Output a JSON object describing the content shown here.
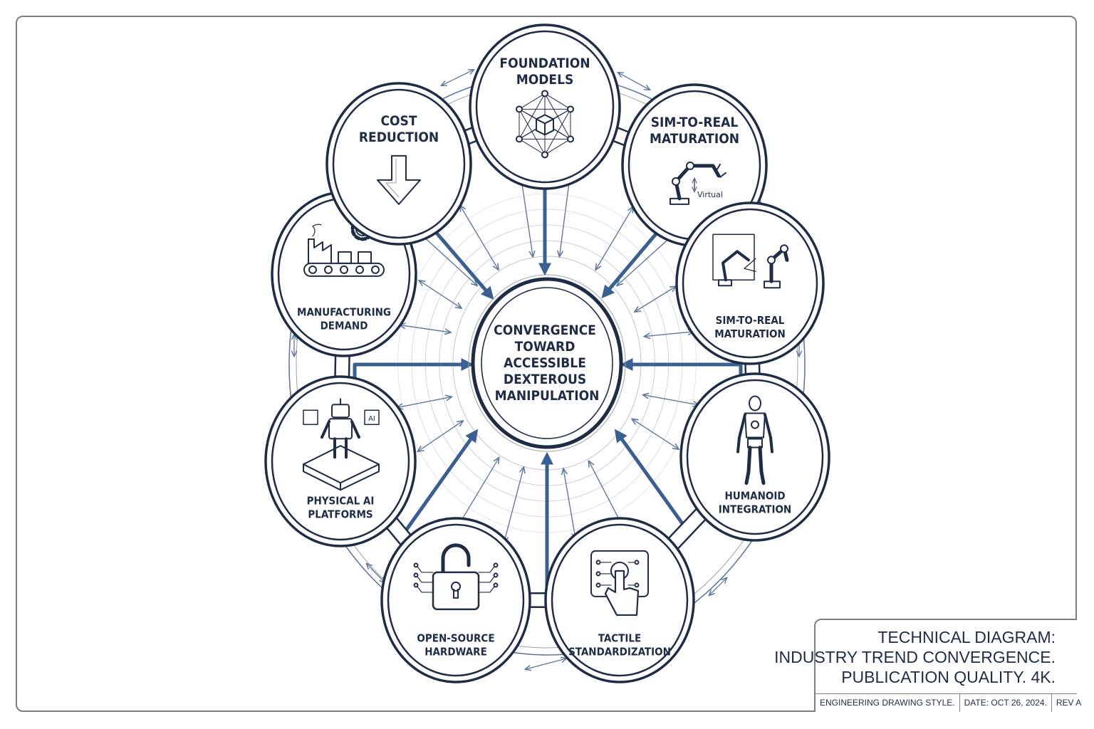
{
  "center": {
    "lines": [
      "CONVERGENCE",
      "TOWARD",
      "ACCESSIBLE",
      "DEXTEROUS",
      "MANIPULATION"
    ]
  },
  "nodes": [
    {
      "id": "foundation-models",
      "lines": [
        "FOUNDATION",
        "MODELS"
      ],
      "icon": "neural-network-icon"
    },
    {
      "id": "sim-to-real-top",
      "lines": [
        "SIM-TO-REAL",
        "MATURATION"
      ],
      "icon": "robot-arm-icon",
      "annotation": "Virtual"
    },
    {
      "id": "sim-to-real-right",
      "lines": [
        "SIM-TO-REAL",
        "MATURATION"
      ],
      "icon": "twin-robot-arms-icon"
    },
    {
      "id": "humanoid-integration",
      "lines": [
        "HUMANOID",
        "INTEGRATION"
      ],
      "icon": "humanoid-robot-icon"
    },
    {
      "id": "tactile-standardization",
      "lines": [
        "TACTILE",
        "STANDARDIZATION"
      ],
      "icon": "touch-hand-icon"
    },
    {
      "id": "open-source-hardware",
      "lines": [
        "OPEN-SOURCE",
        "HARDWARE"
      ],
      "icon": "unlocked-padlock-icon"
    },
    {
      "id": "physical-ai-platforms",
      "lines": [
        "PHYSICAL AI",
        "PLATFORMS"
      ],
      "icon": "robot-chip-platform-icon",
      "chip_label": "AI"
    },
    {
      "id": "manufacturing-demand",
      "lines": [
        "MANUFACTURING",
        "DEMAND"
      ],
      "icon": "factory-gear-icon"
    },
    {
      "id": "cost-reduction",
      "lines": [
        "COST",
        "REDUCTION"
      ],
      "icon": "down-arrow-icon"
    }
  ],
  "title_block": {
    "lines": [
      "TECHNICAL DIAGRAM:",
      "INDUSTRY TREND CONVERGENCE.",
      "PUBLICATION QUALITY. 4K."
    ],
    "meta": [
      "ENGINEERING DRAWING STYLE.",
      "DATE: OCT 26, 2024.",
      "REV A"
    ]
  },
  "colors": {
    "ink": "#1e2d45",
    "accent": "#3b5f8f",
    "thin": "#5f7a9c",
    "ring": "#9aa3ad",
    "frame": "#7a7f87"
  }
}
